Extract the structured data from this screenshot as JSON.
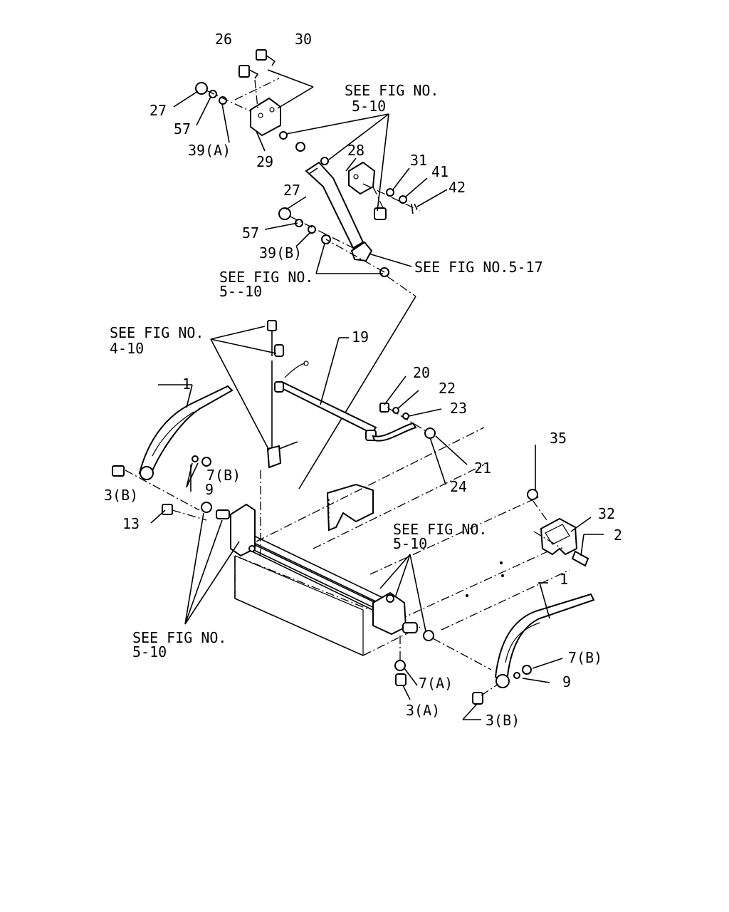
{
  "labels": {
    "l26": "26",
    "l30": "30",
    "l27a": "27",
    "l57a": "57",
    "l39a": "39(A)",
    "l29": "29",
    "l28": "28",
    "l31": "31",
    "l41": "41",
    "l42": "42",
    "l27b": "27",
    "l57b": "57",
    "l39b": "39(B)",
    "see510a_1": "SEE FIG NO.",
    "see510a_2": "5-10",
    "see517": "SEE FIG NO.5-17",
    "see510b_1": "SEE FIG NO.",
    "see510b_2": "5--10",
    "see410_1": "SEE FIG NO.",
    "see410_2": "4-10",
    "l19": "19",
    "l1a": "1",
    "l20": "20",
    "l22": "22",
    "l23": "23",
    "l21": "21",
    "l24": "24",
    "l7ba": "7(B)",
    "l9a": "9",
    "l3ba": "3(B)",
    "l13": "13",
    "l35": "35",
    "l32": "32",
    "l2": "2",
    "see510c_1": "SEE FIG NO.",
    "see510c_2": "5-10",
    "see510d_1": "SEE FIG NO.",
    "see510d_2": "5-10",
    "l1b": "1",
    "l7bb": "7(B)",
    "l9b": "9",
    "l7a": "7(A)",
    "l3a": "3(A)",
    "l3bb": "3(B)"
  }
}
